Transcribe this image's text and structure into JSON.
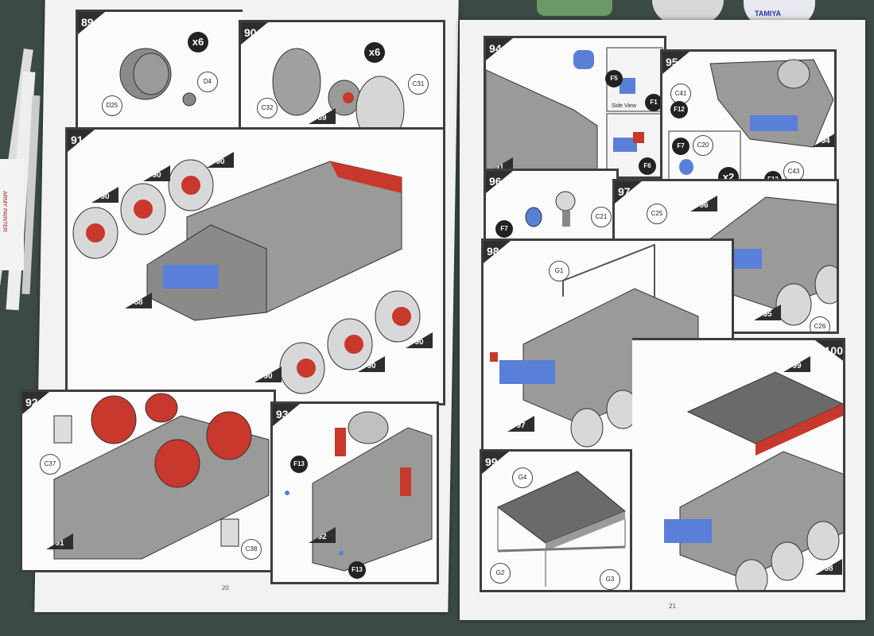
{
  "paints": {
    "label": "TAMIYA"
  },
  "brush": {
    "label": "ARMY PAINTER"
  },
  "left_page": {
    "page_number": "20",
    "steps": {
      "s89": {
        "num": "89",
        "times": "x6",
        "parts": [
          "D4",
          "D25"
        ]
      },
      "s90": {
        "num": "90",
        "times": "x6",
        "parts": [
          "C31",
          "C32"
        ],
        "ref": "89"
      },
      "s91": {
        "num": "91",
        "refs": [
          "90",
          "90",
          "90",
          "90",
          "90",
          "90",
          "88"
        ]
      },
      "s92": {
        "num": "92",
        "parts": [
          "C37",
          "C38"
        ],
        "ref": "91"
      },
      "s93": {
        "num": "93",
        "parts": [
          "F13",
          "F13"
        ],
        "ref": "92"
      }
    }
  },
  "right_page": {
    "page_number": "21",
    "steps": {
      "s94": {
        "num": "94",
        "ref": "91",
        "parts": [
          "F5",
          "F1",
          "F6"
        ],
        "side_view": "Side View"
      },
      "s95": {
        "num": "95",
        "parts": [
          "C41",
          "F12",
          "F7",
          "C20",
          "C43",
          "F12"
        ],
        "times": "x2",
        "ref": "94"
      },
      "s96": {
        "num": "96",
        "parts": [
          "F7",
          "C21"
        ]
      },
      "s97": {
        "num": "97",
        "parts": [
          "C25",
          "C26"
        ],
        "refs": [
          "96",
          "95"
        ]
      },
      "s98": {
        "num": "98",
        "parts": [
          "G1"
        ],
        "ref": "97"
      },
      "s99": {
        "num": "99",
        "parts": [
          "G4",
          "G2",
          "G3"
        ]
      },
      "s100": {
        "num": "100",
        "refs": [
          "99",
          "98"
        ]
      }
    }
  },
  "colors": {
    "vehicle_grey": "#9a9a98",
    "wheel_red": "#c8382c",
    "glass_blue": "#5a7fd8",
    "frame": "#3e3e3e"
  }
}
